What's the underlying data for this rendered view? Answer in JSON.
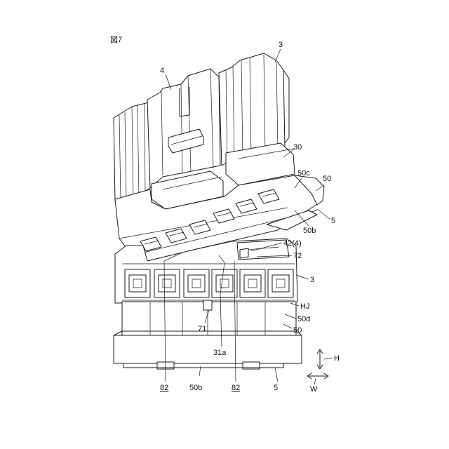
{
  "figure": {
    "title": "図7",
    "labels": {
      "top_3": "3",
      "l4": "4",
      "l30": "30",
      "l50c": "50c",
      "l50_top": "50",
      "l5_right": "5",
      "l50b_right": "50b",
      "l42": "42(4)",
      "l72": "72",
      "l3_mid": "3",
      "lHJ": "HJ",
      "l50d": "50d",
      "l50_mid": "50",
      "l71": "71",
      "l31a": "31a",
      "l82_left": "82",
      "l50b_bottom": "50b",
      "l82_right": "82",
      "l5_bottom": "5",
      "lH": "H",
      "lW": "W"
    }
  }
}
